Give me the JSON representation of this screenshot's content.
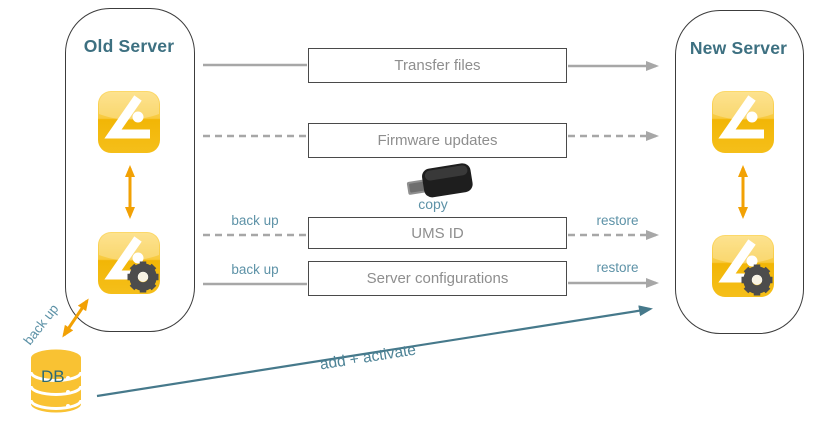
{
  "panels": {
    "old": {
      "title": "Old Server"
    },
    "new": {
      "title": "New Server"
    }
  },
  "flows": [
    {
      "label": "Transfer files",
      "line": "solid",
      "left_label": "",
      "right_label": ""
    },
    {
      "label": "Firmware updates",
      "line": "dashed",
      "left_label": "",
      "right_label": ""
    },
    {
      "label": "UMS ID",
      "line": "dashed",
      "left_label": "back up",
      "right_label": "restore"
    },
    {
      "label": "Server configurations",
      "line": "solid",
      "left_label": "back up",
      "right_label": "restore"
    }
  ],
  "usb": {
    "caption": "copy"
  },
  "database": {
    "label": "DB",
    "arrow_label": "back up"
  },
  "bottom_arrow_label": "add + activate",
  "icons": [
    "ums-app-icon-old",
    "ums-config-icon-old",
    "ums-app-icon-new",
    "ums-config-icon-new",
    "usb-stick-icon",
    "database-icon"
  ],
  "colors": {
    "heading_teal": "#3d7081",
    "label_teal": "#5d92a7",
    "arrow_teal": "#46798b",
    "line_gray": "#a7a7a7",
    "box_border_gray": "#4a4a4a",
    "box_text_gray": "#8e8e8e",
    "arrow_orange": "#f2a104",
    "icon_yellow": "#f5bf1a",
    "gear_gray": "#4c4c4c",
    "db_yellow": "#f9c233"
  }
}
